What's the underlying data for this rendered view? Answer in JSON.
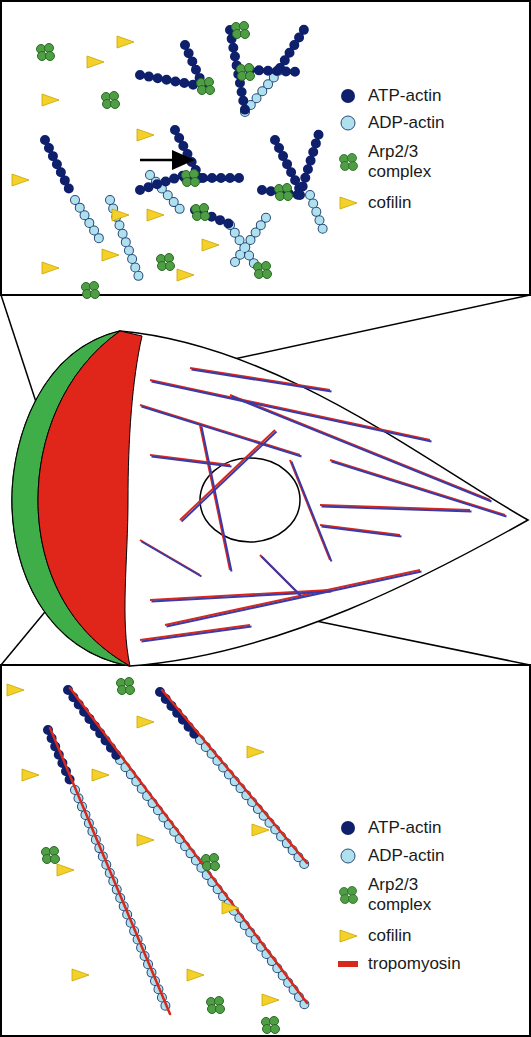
{
  "diagram": {
    "legend": [
      {
        "text": "ATP-actin",
        "color": "#0e1f6b"
      },
      {
        "text": "ADP-actin",
        "color": "#aee0ee"
      },
      {
        "text": "Arp2/3 complex",
        "color": "#4f9e45"
      },
      {
        "text": "cofilin",
        "color": "#f4d12a"
      },
      {
        "text": "ATP-actin",
        "color": "#0e1f6b"
      },
      {
        "text": "ADP-actin",
        "color": "#aee0ee"
      },
      {
        "text": "Arp2/3 complex",
        "color": "#4f9e45"
      },
      {
        "text": "cofilin",
        "color": "#f4d12a"
      },
      {
        "text": "tropomyosin",
        "color": "#d8281c"
      }
    ]
  }
}
